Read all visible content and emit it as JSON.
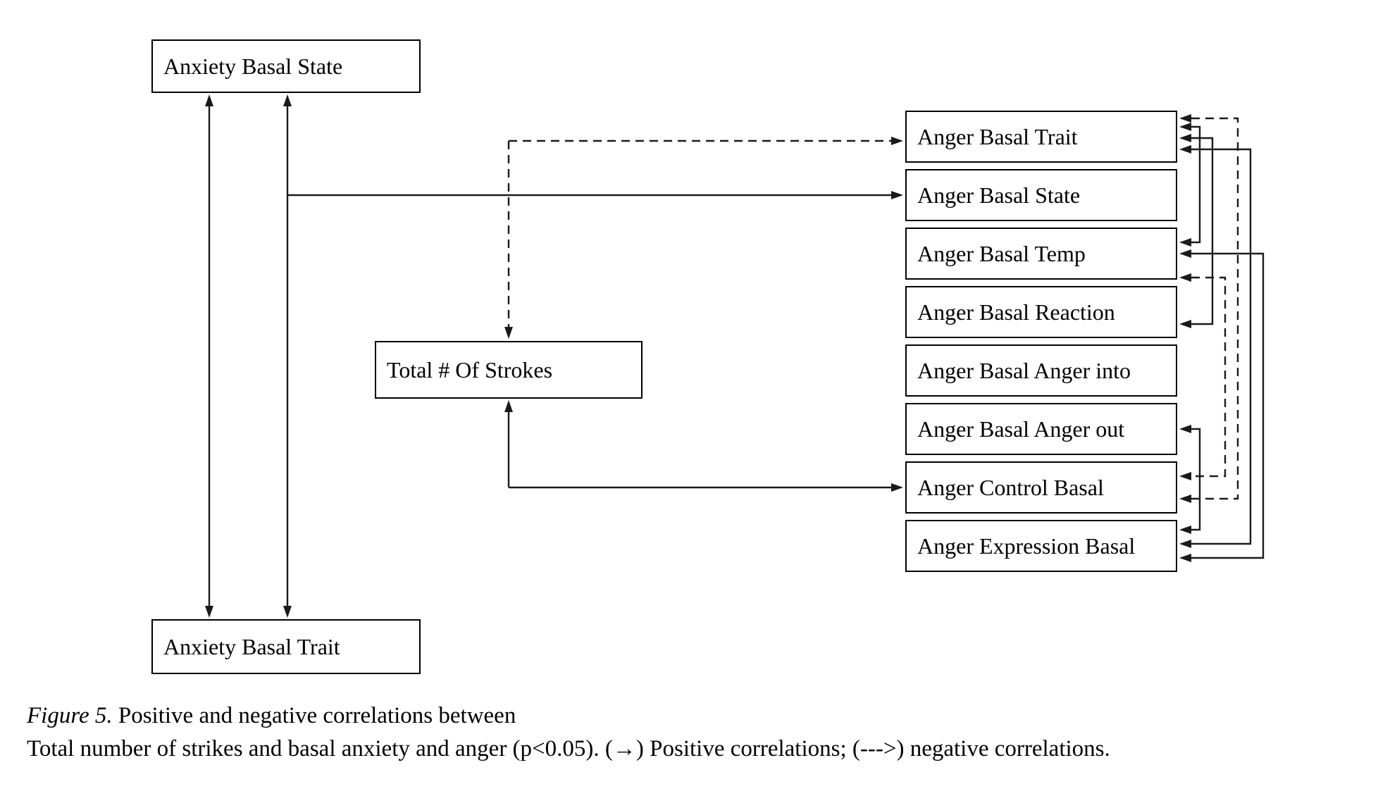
{
  "nodes": {
    "anxiety_basal_state": "Anxiety Basal State",
    "anxiety_basal_trait": "Anxiety Basal Trait",
    "total_strokes": "Total # Of Strokes",
    "anger": [
      "Anger Basal Trait",
      "Anger Basal State",
      "Anger Basal Temp",
      "Anger Basal Reaction",
      "Anger Basal Anger into",
      "Anger Basal Anger out",
      "Anger Control Basal",
      "Anger Expression Basal"
    ]
  },
  "caption": {
    "line1_italic": "Figure 5.",
    "line1_rest": " Positive and negative correlations between",
    "line2": "Total number of strikes and basal anxiety and anger (p<0.05). (→) Positive correlations; (--->) negative correlations."
  },
  "legend": {
    "solid_arrow_meaning": "Positive correlations",
    "dashed_arrow_meaning": "Negative correlations"
  },
  "colors": {
    "line": "#1a1a1a",
    "box_border": "#000000",
    "background": "#ffffff",
    "text": "#000000"
  }
}
